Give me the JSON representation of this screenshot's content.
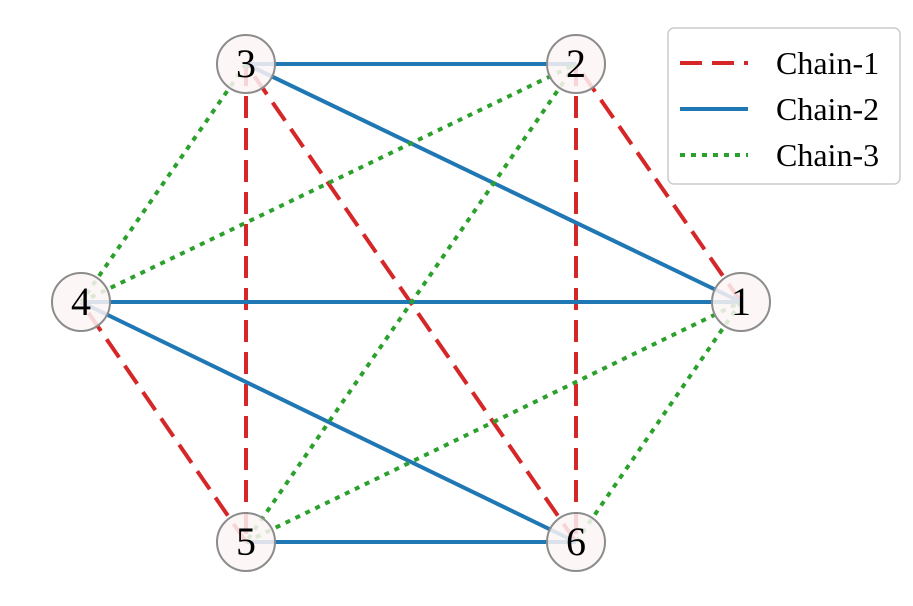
{
  "diagram": {
    "type": "graph",
    "nodes": [
      {
        "id": "1",
        "label": "1"
      },
      {
        "id": "2",
        "label": "2"
      },
      {
        "id": "3",
        "label": "3"
      },
      {
        "id": "4",
        "label": "4"
      },
      {
        "id": "5",
        "label": "5"
      },
      {
        "id": "6",
        "label": "6"
      }
    ],
    "chains": [
      {
        "name": "Chain-1",
        "color": "#d62728",
        "style": "dashed",
        "edges": [
          [
            "1",
            "2"
          ],
          [
            "2",
            "6"
          ],
          [
            "6",
            "3"
          ],
          [
            "3",
            "5"
          ],
          [
            "5",
            "4"
          ]
        ]
      },
      {
        "name": "Chain-2",
        "color": "#1f77b4",
        "style": "solid",
        "edges": [
          [
            "2",
            "3"
          ],
          [
            "3",
            "1"
          ],
          [
            "1",
            "4"
          ],
          [
            "4",
            "6"
          ],
          [
            "6",
            "5"
          ]
        ]
      },
      {
        "name": "Chain-3",
        "color": "#2ca02c",
        "style": "dotted",
        "edges": [
          [
            "3",
            "4"
          ],
          [
            "4",
            "2"
          ],
          [
            "2",
            "5"
          ],
          [
            "5",
            "1"
          ],
          [
            "1",
            "6"
          ]
        ]
      }
    ],
    "node_style": {
      "fill": "#fdf5f5",
      "stroke": "#8c8c8c"
    },
    "legend": {
      "placement": "top-right"
    }
  }
}
